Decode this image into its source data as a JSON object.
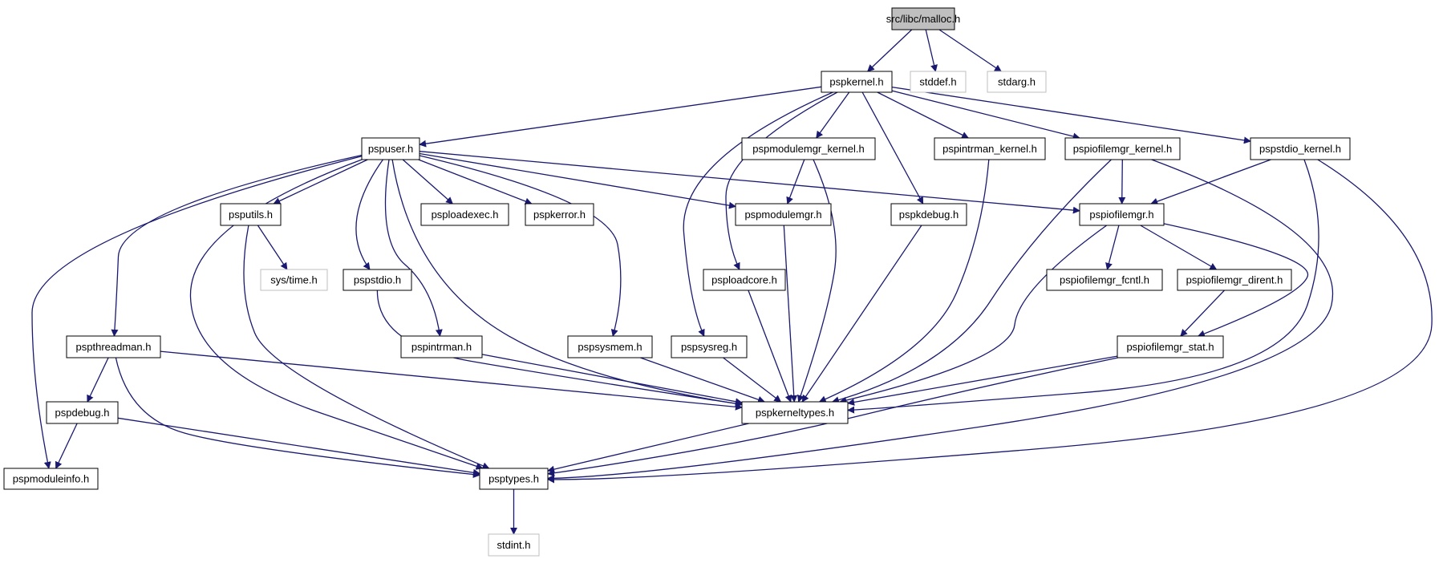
{
  "diagram": {
    "nodes": [
      {
        "id": "malloc",
        "label": "src/libc/malloc.h",
        "style": "root"
      },
      {
        "id": "pspkernel",
        "label": "pspkernel.h",
        "style": "normal"
      },
      {
        "id": "stddef",
        "label": "stddef.h",
        "style": "external"
      },
      {
        "id": "stdarg",
        "label": "stdarg.h",
        "style": "external"
      },
      {
        "id": "pspuser",
        "label": "pspuser.h",
        "style": "normal"
      },
      {
        "id": "pspmodulemgr_kernel",
        "label": "pspmodulemgr_kernel.h",
        "style": "normal"
      },
      {
        "id": "pspintrman_kernel",
        "label": "pspintrman_kernel.h",
        "style": "normal"
      },
      {
        "id": "pspiofilemgr_kernel",
        "label": "pspiofilemgr_kernel.h",
        "style": "normal"
      },
      {
        "id": "pspstdio_kernel",
        "label": "pspstdio_kernel.h",
        "style": "normal"
      },
      {
        "id": "psputils",
        "label": "psputils.h",
        "style": "normal"
      },
      {
        "id": "psploadexec",
        "label": "psploadexec.h",
        "style": "normal"
      },
      {
        "id": "pspkerror",
        "label": "pspkerror.h",
        "style": "normal"
      },
      {
        "id": "pspmodulemgr",
        "label": "pspmodulemgr.h",
        "style": "normal"
      },
      {
        "id": "pspkdebug",
        "label": "pspkdebug.h",
        "style": "normal"
      },
      {
        "id": "pspiofilemgr",
        "label": "pspiofilemgr.h",
        "style": "normal"
      },
      {
        "id": "systime",
        "label": "sys/time.h",
        "style": "external"
      },
      {
        "id": "pspstdio",
        "label": "pspstdio.h",
        "style": "normal"
      },
      {
        "id": "psploadcore",
        "label": "psploadcore.h",
        "style": "normal"
      },
      {
        "id": "pspiofilemgr_fcntl",
        "label": "pspiofilemgr_fcntl.h",
        "style": "normal"
      },
      {
        "id": "pspiofilemgr_dirent",
        "label": "pspiofilemgr_dirent.h",
        "style": "normal"
      },
      {
        "id": "pspthreadman",
        "label": "pspthreadman.h",
        "style": "normal"
      },
      {
        "id": "pspintrman",
        "label": "pspintrman.h",
        "style": "normal"
      },
      {
        "id": "pspsysmem",
        "label": "pspsysmem.h",
        "style": "normal"
      },
      {
        "id": "pspsysreg",
        "label": "pspsysreg.h",
        "style": "normal"
      },
      {
        "id": "pspiofilemgr_stat",
        "label": "pspiofilemgr_stat.h",
        "style": "normal"
      },
      {
        "id": "pspdebug",
        "label": "pspdebug.h",
        "style": "normal"
      },
      {
        "id": "pspkerneltypes",
        "label": "pspkerneltypes.h",
        "style": "normal"
      },
      {
        "id": "pspmoduleinfo",
        "label": "pspmoduleinfo.h",
        "style": "normal"
      },
      {
        "id": "psptypes",
        "label": "psptypes.h",
        "style": "normal"
      },
      {
        "id": "stdint",
        "label": "stdint.h",
        "style": "external"
      }
    ],
    "edges": [
      [
        "malloc",
        "pspkernel"
      ],
      [
        "malloc",
        "stddef"
      ],
      [
        "malloc",
        "stdarg"
      ],
      [
        "pspkernel",
        "pspuser"
      ],
      [
        "pspkernel",
        "pspmodulemgr_kernel"
      ],
      [
        "pspkernel",
        "pspintrman_kernel"
      ],
      [
        "pspkernel",
        "pspiofilemgr_kernel"
      ],
      [
        "pspkernel",
        "pspstdio_kernel"
      ],
      [
        "pspkernel",
        "pspkdebug"
      ],
      [
        "pspkernel",
        "psploadcore"
      ],
      [
        "pspkernel",
        "pspsysreg"
      ],
      [
        "pspuser",
        "psputils"
      ],
      [
        "pspuser",
        "psploadexec"
      ],
      [
        "pspuser",
        "pspkerror"
      ],
      [
        "pspuser",
        "pspmodulemgr"
      ],
      [
        "pspuser",
        "pspiofilemgr"
      ],
      [
        "pspuser",
        "pspstdio"
      ],
      [
        "pspuser",
        "pspthreadman"
      ],
      [
        "pspuser",
        "pspintrman"
      ],
      [
        "pspuser",
        "pspsysmem"
      ],
      [
        "pspuser",
        "pspkerneltypes"
      ],
      [
        "pspuser",
        "pspmoduleinfo"
      ],
      [
        "pspuser",
        "psptypes"
      ],
      [
        "pspmodulemgr_kernel",
        "pspmodulemgr"
      ],
      [
        "pspmodulemgr_kernel",
        "pspkerneltypes"
      ],
      [
        "pspintrman_kernel",
        "pspkerneltypes"
      ],
      [
        "pspiofilemgr_kernel",
        "pspiofilemgr"
      ],
      [
        "pspiofilemgr_kernel",
        "pspkerneltypes"
      ],
      [
        "pspiofilemgr_kernel",
        "psptypes"
      ],
      [
        "pspstdio_kernel",
        "pspiofilemgr"
      ],
      [
        "pspstdio_kernel",
        "pspkerneltypes"
      ],
      [
        "pspstdio_kernel",
        "psptypes"
      ],
      [
        "psputils",
        "systime"
      ],
      [
        "psputils",
        "psptypes"
      ],
      [
        "pspmodulemgr",
        "pspkerneltypes"
      ],
      [
        "pspkdebug",
        "pspkerneltypes"
      ],
      [
        "pspiofilemgr",
        "pspiofilemgr_fcntl"
      ],
      [
        "pspiofilemgr",
        "pspiofilemgr_dirent"
      ],
      [
        "pspiofilemgr",
        "pspiofilemgr_stat"
      ],
      [
        "pspiofilemgr",
        "pspkerneltypes"
      ],
      [
        "pspiofilemgr_dirent",
        "pspiofilemgr_stat"
      ],
      [
        "pspstdio",
        "pspkerneltypes"
      ],
      [
        "psploadcore",
        "pspkerneltypes"
      ],
      [
        "pspthreadman",
        "pspdebug"
      ],
      [
        "pspthreadman",
        "pspkerneltypes"
      ],
      [
        "pspthreadman",
        "psptypes"
      ],
      [
        "pspintrman",
        "pspkerneltypes"
      ],
      [
        "pspsysmem",
        "pspkerneltypes"
      ],
      [
        "pspsysreg",
        "pspkerneltypes"
      ],
      [
        "pspiofilemgr_stat",
        "pspkerneltypes"
      ],
      [
        "pspiofilemgr_stat",
        "psptypes"
      ],
      [
        "pspdebug",
        "pspmoduleinfo"
      ],
      [
        "pspdebug",
        "psptypes"
      ],
      [
        "pspkerneltypes",
        "psptypes"
      ],
      [
        "psptypes",
        "stdint"
      ]
    ],
    "colors": {
      "edge": "#191970",
      "node_border": "#000000",
      "external_border": "#bfbfbf",
      "root_fill": "#bfbfbf",
      "node_fill": "#ffffff",
      "text": "#000000",
      "external_text": "#000000"
    }
  }
}
